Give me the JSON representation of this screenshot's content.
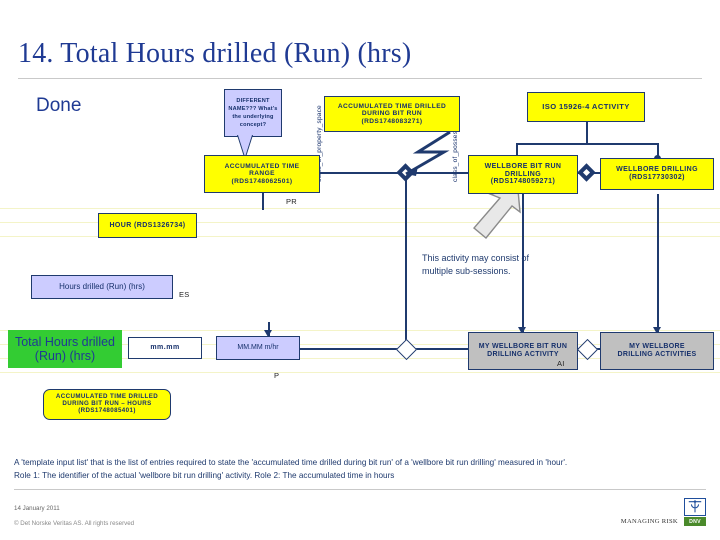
{
  "slide": {
    "title": "14. Total Hours drilled (Run) (hrs)",
    "status_label": "Done"
  },
  "callout": {
    "text": "DIFFERENT NAME??? What's the underlying concept?"
  },
  "vertical_labels": {
    "left": "class_of_property_space",
    "right": "class_of_possession"
  },
  "boxes": {
    "accumulated_time_range": {
      "line1": "ACCUMULATED TIME",
      "line2": "RANGE",
      "code": "(RDS1748062501)"
    },
    "accumulated_time_drilled_during_bit_run": {
      "line1": "ACCUMULATED TIME DRILLED",
      "line2": "DURING BIT RUN",
      "code": "(RDS1748083271)"
    },
    "iso_activity": {
      "label": "ISO 15926-4 ACTIVITY"
    },
    "wellbore_bit_run_drilling": {
      "line1": "WELLBORE BIT RUN",
      "line2": "DRILLING",
      "code": "(RDS1748059271)"
    },
    "wellbore_drilling": {
      "line1": "WELLBORE DRILLING",
      "code": "(RDS17730302)"
    },
    "hour": {
      "label": "HOUR (RDS1326734)"
    },
    "hours_drilled_run_hrs": {
      "label": "Hours drilled (Run) (hrs)"
    },
    "total_hours_drilled_run_hrs": {
      "line1": "Total Hours drilled",
      "line2": "(Run) (hrs)"
    },
    "mm_mm": {
      "label": "mm.mm"
    },
    "mm_mm_m_hr": {
      "label": "MM.MM m/hr"
    },
    "accumulated_time_drilled_during_bit_run_hours": {
      "line1": "ACCUMULATED TIME DRILLED",
      "line2": "DURING BIT RUN – HOURS",
      "code": "(RDS1748085401)"
    },
    "my_wellbore_bit_run_drilling_activity": {
      "line1": "MY WELLBORE BIT RUN",
      "line2": "DRILLING ACTIVITY"
    },
    "my_wellbore_drilling_activities": {
      "line1": "MY WELLBORE",
      "line2": "DRILLING ACTIVITIES"
    }
  },
  "role_labels": {
    "pr": "PR",
    "es": "ES",
    "p": "P",
    "ai": "AI"
  },
  "note": {
    "text": "This activity may consist of multiple sub-sessions."
  },
  "description": {
    "line1": "A 'template input list' that is the list of entries required to state the 'accumulated time drilled during bit run' of a 'wellbore bit run drilling' measured in 'hour'.",
    "line2": "Role 1: The identifier of the actual 'wellbore bit run drilling' activity. Role 2: The accumulated time in hours"
  },
  "footer": {
    "date": "14 January 2011",
    "copyright": "© Det Norske Veritas AS. All rights reserved",
    "tagline": "MANAGING RISK",
    "brand": "DNV"
  },
  "colors": {
    "yellow": "#FFFF00",
    "lavender": "#CCCCFF",
    "grey": "#C0C0C0",
    "green": "#33CC33",
    "line": "#1F3A6E",
    "title": "#1F3A93"
  }
}
